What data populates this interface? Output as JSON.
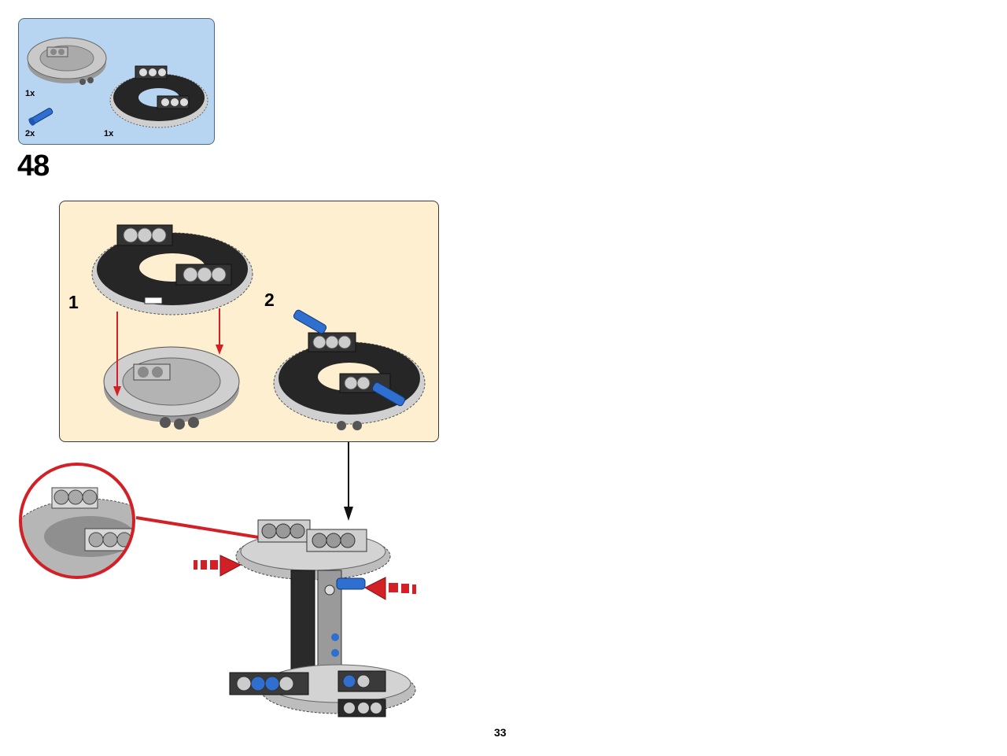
{
  "parts_list": {
    "items": [
      {
        "icon": "turntable-base-icon",
        "quantity": "1x"
      },
      {
        "icon": "blue-axle-pin-icon",
        "quantity": "2x"
      },
      {
        "icon": "turntable-gear-top-icon",
        "quantity": "1x"
      }
    ]
  },
  "step": {
    "number": "48"
  },
  "sub_steps": [
    {
      "label": "1"
    },
    {
      "label": "2"
    }
  ],
  "page": {
    "number": "33"
  },
  "colors": {
    "parts_box_bg": "#b7d4f0",
    "sub_box_bg": "#fdefd0",
    "arrow_red": "#d32027",
    "part_black": "#2b2b2b",
    "part_gray": "#b9b9b9",
    "part_blue": "#2f6fd0"
  }
}
